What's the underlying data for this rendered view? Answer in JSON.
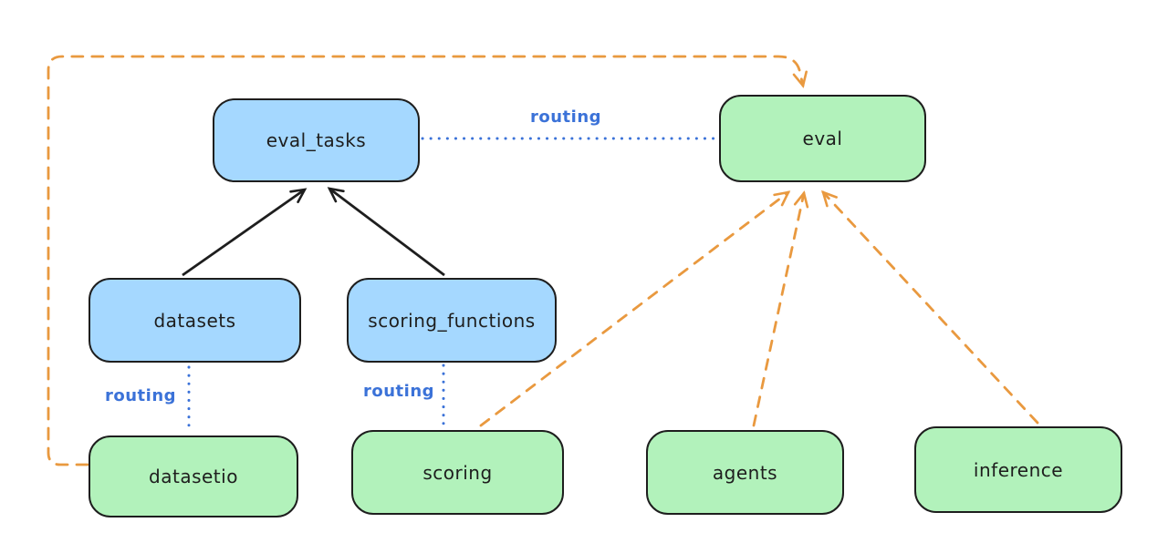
{
  "diagram": {
    "nodes": [
      {
        "id": "eval_tasks",
        "label": "eval_tasks",
        "color": "blue"
      },
      {
        "id": "eval",
        "label": "eval",
        "color": "green"
      },
      {
        "id": "datasets",
        "label": "datasets",
        "color": "blue"
      },
      {
        "id": "scoring_functions",
        "label": "scoring_functions",
        "color": "blue"
      },
      {
        "id": "datasetio",
        "label": "datasetio",
        "color": "green"
      },
      {
        "id": "scoring",
        "label": "scoring",
        "color": "green"
      },
      {
        "id": "agents",
        "label": "agents",
        "color": "green"
      },
      {
        "id": "inference",
        "label": "inference",
        "color": "green"
      }
    ],
    "edges": [
      {
        "from": "datasets",
        "to": "eval_tasks",
        "style": "solid",
        "color": "black"
      },
      {
        "from": "scoring_functions",
        "to": "eval_tasks",
        "style": "solid",
        "color": "black"
      },
      {
        "from": "eval_tasks",
        "to": "eval",
        "style": "dotted",
        "color": "blue",
        "label": "routing"
      },
      {
        "from": "datasets",
        "to": "datasetio",
        "style": "dotted",
        "color": "blue",
        "label": "routing"
      },
      {
        "from": "scoring_functions",
        "to": "scoring",
        "style": "dotted",
        "color": "blue",
        "label": "routing"
      },
      {
        "from": "datasetio",
        "to": "eval",
        "style": "dashed",
        "color": "orange"
      },
      {
        "from": "scoring",
        "to": "eval",
        "style": "dashed",
        "color": "orange"
      },
      {
        "from": "agents",
        "to": "eval",
        "style": "dashed",
        "color": "orange"
      },
      {
        "from": "inference",
        "to": "eval",
        "style": "dashed",
        "color": "orange"
      }
    ],
    "colors": {
      "blue_fill": "#a5d8ff",
      "green_fill": "#b2f2bb",
      "border": "#1e1e1e",
      "routing_blue": "#3b72d8",
      "orange": "#e9993f",
      "black": "#1e1e1e",
      "background": "#ffffff"
    }
  }
}
